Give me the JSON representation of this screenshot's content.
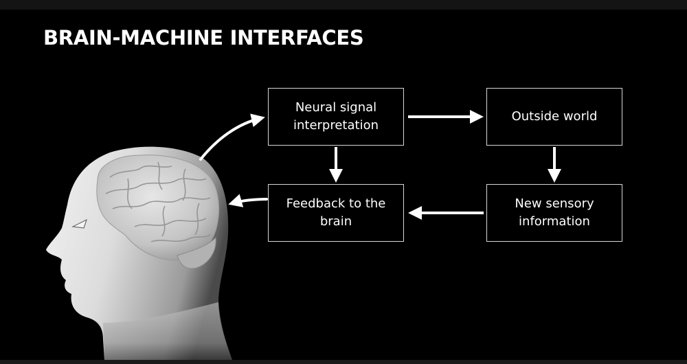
{
  "slide": {
    "title": "BRAIN-MACHINE INTERFACES"
  },
  "diagram": {
    "nodes": [
      {
        "id": "neural",
        "label": "Neural signal interpretation"
      },
      {
        "id": "outside",
        "label": "Outside world"
      },
      {
        "id": "feedback",
        "label": "Feedback to the brain"
      },
      {
        "id": "sensory",
        "label": "New sensory information"
      }
    ],
    "edges": [
      {
        "from": "brain",
        "to": "neural"
      },
      {
        "from": "neural",
        "to": "outside"
      },
      {
        "from": "neural",
        "to": "feedback"
      },
      {
        "from": "outside",
        "to": "sensory"
      },
      {
        "from": "sensory",
        "to": "feedback"
      },
      {
        "from": "feedback",
        "to": "brain"
      }
    ]
  },
  "colors": {
    "background": "#000000",
    "text": "#ffffff",
    "box_border": "#d8d8d8",
    "arrow": "#ffffff",
    "head_light": "#e4e4e4",
    "head_shadow": "#8a8a8a"
  }
}
